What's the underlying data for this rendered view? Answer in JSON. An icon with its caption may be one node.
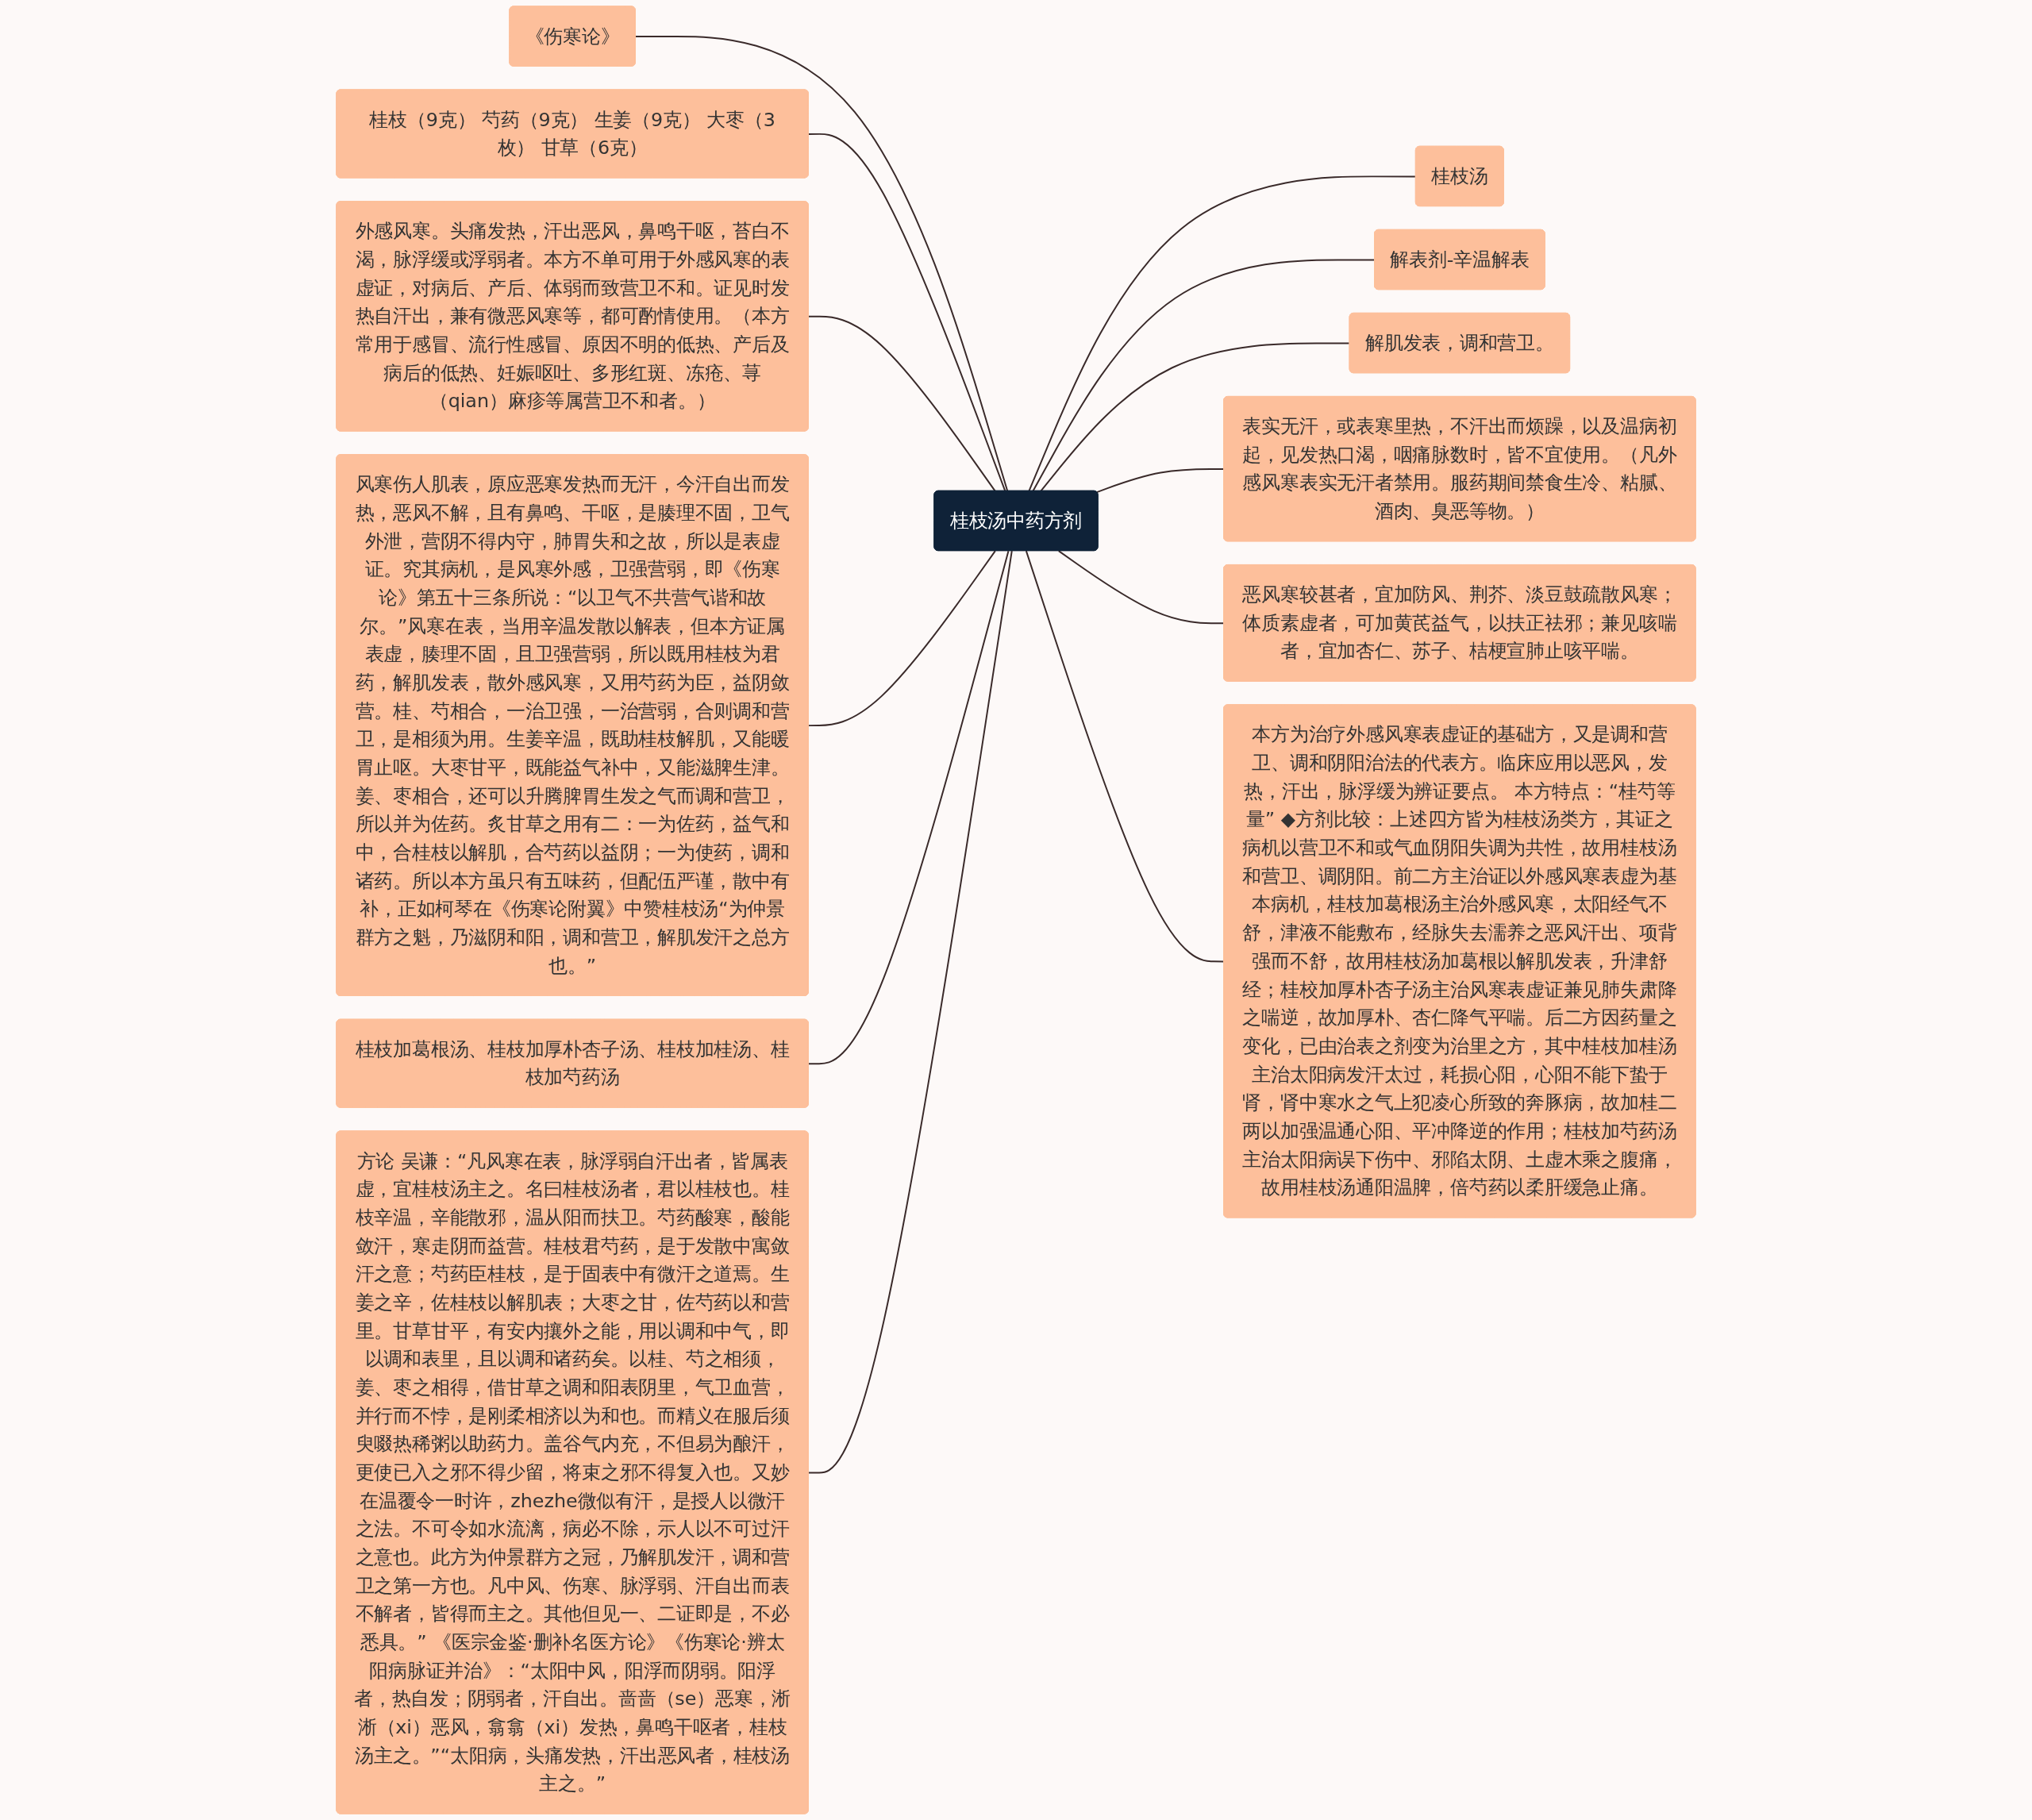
{
  "diagram": {
    "nodes": [
      {
        "text": [
          "桂枝汤中药方剂"
        ]
      },
      {
        "text": [
          "《伤寒论》"
        ]
      },
      {
        "text": [
          "桂枝（9克） 芍药（9克） 生姜（9克） 大枣（3枚） 甘草（6克）"
        ]
      },
      {
        "text": [
          "外感风寒。头痛发热，汗出恶风，鼻鸣干呕，苔白不渴，脉浮缓或浮弱者。本方不单可用于外感风寒的表虚证，对病后、产后、体弱而致营卫不和。证见时发热自汗出，兼有微恶风寒等，都可酌情使用。（本方常用于感冒、流行性感冒、原因不明的低热、产后及病后的低热、妊娠呕吐、多形红斑、冻疮、荨（qian）麻疹等属营卫不和者。）"
        ]
      },
      {
        "text": [
          "风寒伤人肌表，原应恶寒发热而无汗，今汗自出而发热，恶风不解，且有鼻鸣、干呕，是腠理不固，卫气外泄，营阴不得内守，肺胃失和之故，所以是表虚证。究其病机，是风寒外感，卫强营弱，即《伤寒论》第五十三条所说：“以卫气不共营气谐和故尔。”风寒在表，当用辛温发散以解表，但本方证属表虚，腠理不固，且卫强营弱，所以既用桂枝为君药，解肌发表，散外感风寒，又用芍药为臣，益阴敛营。桂、芍相合，一治卫强，一治营弱，合则调和营卫，是相须为用。生姜辛温，既助桂枝解肌，又能暖胃止呕。大枣甘平，既能益气补中，又能滋脾生津。姜、枣相合，还可以升腾脾胃生发之气而调和营卫，所以并为佐药。炙甘草之用有二：一为佐药，益气和中，合桂枝以解肌，合芍药以益阴；一为使药，调和诸药。所以本方虽只有五味药，但配伍严谨，散中有补，正如柯琴在《伤寒论附翼》中赞桂枝汤“为仲景群方之魁，乃滋阴和阳，调和营卫，解肌发汗之总方也。”"
        ]
      },
      {
        "text": [
          "桂枝加葛根汤、桂枝加厚朴杏子汤、桂枝加桂汤、桂枝加芍药汤"
        ]
      },
      {
        "text": [
          "方论 吴谦：“凡风寒在表，脉浮弱自汗出者，皆属表虚，宜桂枝汤主之。名曰桂枝汤者，君以桂枝也。桂枝辛温，辛能散邪，温从阳而扶卫。芍药酸寒，酸能敛汗，寒走阴而益营。桂枝君芍药，是于发散中寓敛汗之意；芍药臣桂枝，是于固表中有微汗之道焉。生姜之辛，佐桂枝以解肌表；大枣之甘，佐芍药以和营里。甘草甘平，有安内攘外之能，用以调和中气，即以调和表里，且以调和诸药矣。以桂、芍之相须，姜、枣之相得，借甘草之调和阳表阴里，气卫血营，并行而不悖，是刚柔相济以为和也。而精义在服后须臾啜热稀粥以助药力。盖谷气内充，不但易为酿汗，更使已入之邪不得少留，将束之邪不得复入也。又妙在温覆令一时许，zhezhe微似有汗，是授人以微汗之法。不可令如水流漓，病必不除，示人以不可过汗之意也。此方为仲景群方之冠，乃解肌发汗，调和营卫之第一方也。凡中风、伤寒、脉浮弱、汗自出而表不解者，皆得而主之。其他但见一、二证即是，不必悉具。” 《医宗金鉴·删补名医方论》《伤寒论·辨太阳病脉证并治》：“太阳中风，阳浮而阴弱。阳浮者，热自发；阴弱者，汗自出。啬啬（se）恶寒，淅淅（xi）恶风，翕翕（xi）发热，鼻鸣干呕者，桂枝汤主之。”“太阳病，头痛发热，汗出恶风者，桂枝汤主之。”"
        ]
      },
      {
        "text": [
          "桂枝汤"
        ]
      },
      {
        "text": [
          "解表剂-辛温解表"
        ]
      },
      {
        "text": [
          "解肌发表，调和营卫。"
        ]
      },
      {
        "text": [
          "表实无汗，或表寒里热，不汗出而烦躁，以及温病初起，见发热口渴，咽痛脉数时，皆不宜使用。（凡外感风寒表实无汗者禁用。服药期间禁食生冷、粘腻、酒肉、臭恶等物。）"
        ]
      },
      {
        "text": [
          "恶风寒较甚者，宜加防风、荆芥、淡豆鼓疏散风寒；体质素虚者，可加黄芪益气，以扶正祛邪；兼见咳喘者，宜加杏仁、苏子、桔梗宣肺止咳平喘。"
        ]
      },
      {
        "text": [
          "本方为治疗外感风寒表虚证的基础方，又是调和营卫、调和阴阳治法的代表方。临床应用以恶风，发热，汗出，脉浮缓为辨证要点。 本方特点：“桂芍等量” ◆方剂比较：上述四方皆为桂枝汤类方，其证之病机以营卫不和或气血阴阳失调为共性，故用桂枝汤和营卫、调阴阳。前二方主治证以外感风寒表虚为基本病机，桂枝加葛根汤主治外感风寒，太阳经气不舒，津液不能敷布，经脉失去濡养之恶风汗出、项背强而不舒，故用桂枝汤加葛根以解肌发表，升津舒经；桂校加厚朴杏子汤主治风寒表虚证兼见肺失肃降之喘逆，故加厚朴、杏仁降气平喘。后二方因药量之变化，已由治表之剂变为治里之方，其中桂枝加桂汤主治太阳病发汗太过，耗损心阳，心阳不能下蛰于肾，肾中寒水之气上犯凌心所致的奔豚病，故加桂二两以加强温通心阳、平冲降逆的作用；桂枝加芍药汤主治太阳病误下伤中、邪陷太阴、土虚木乘之腹痛，故用桂枝汤通阳温脾，倍芍药以柔肝缓急止痛。"
        ]
      }
    ],
    "edges": [
      {
        "from": 0,
        "to": 1,
        "arrow": "none"
      },
      {
        "from": 0,
        "to": 2,
        "arrow": "none"
      },
      {
        "from": 0,
        "to": 3,
        "arrow": "none"
      },
      {
        "from": 0,
        "to": 4,
        "arrow": "none"
      },
      {
        "from": 0,
        "to": 5,
        "arrow": "none"
      },
      {
        "from": 0,
        "to": 6,
        "arrow": "none"
      },
      {
        "from": 0,
        "to": 7,
        "arrow": "none"
      },
      {
        "from": 0,
        "to": 8,
        "arrow": "none"
      },
      {
        "from": 0,
        "to": 9,
        "arrow": "none"
      },
      {
        "from": 0,
        "to": 10,
        "arrow": "none"
      },
      {
        "from": 0,
        "to": 11,
        "arrow": "none"
      },
      {
        "from": 0,
        "to": 12,
        "arrow": "none"
      }
    ]
  }
}
